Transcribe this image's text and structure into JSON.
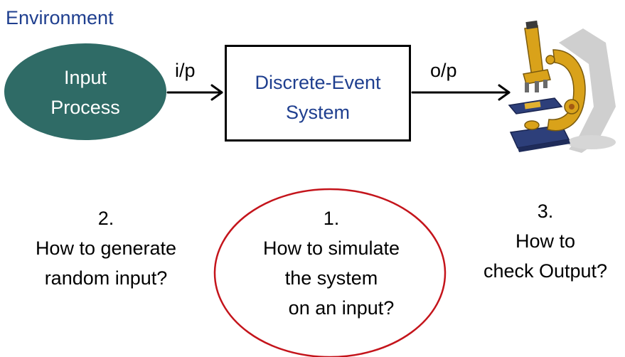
{
  "environment_label": "Environment",
  "input_process": {
    "line1": "Input",
    "line2": "Process"
  },
  "system": {
    "line1": "Discrete-Event",
    "line2": "System"
  },
  "arrows": {
    "input_label": "i/p",
    "output_label": "o/p"
  },
  "questions": [
    {
      "number": "2.",
      "line1": "How to generate",
      "line2": "random input?"
    },
    {
      "number": "1.",
      "line1": "How to simulate",
      "line2": "the system",
      "line3": "on an input?"
    },
    {
      "number": "3.",
      "line1": "How to",
      "line2": "check Output?"
    }
  ],
  "icons": {
    "microscope": "microscope-icon"
  },
  "colors": {
    "ellipse_fill": "#2f6b66",
    "blue_text": "#1f3f8f",
    "highlight_ring": "#c4141b"
  }
}
